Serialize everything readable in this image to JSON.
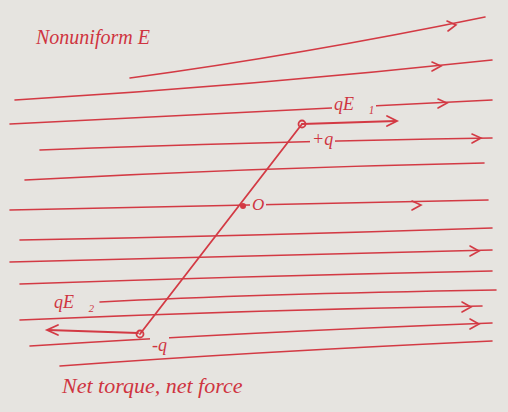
{
  "diagram": {
    "labels": [
      "Nonuniform E⃗",
      "qE⃗₁",
      "+q",
      "O",
      "qE⃗₂",
      "-q",
      "Net torque, net force"
    ]
  }
}
